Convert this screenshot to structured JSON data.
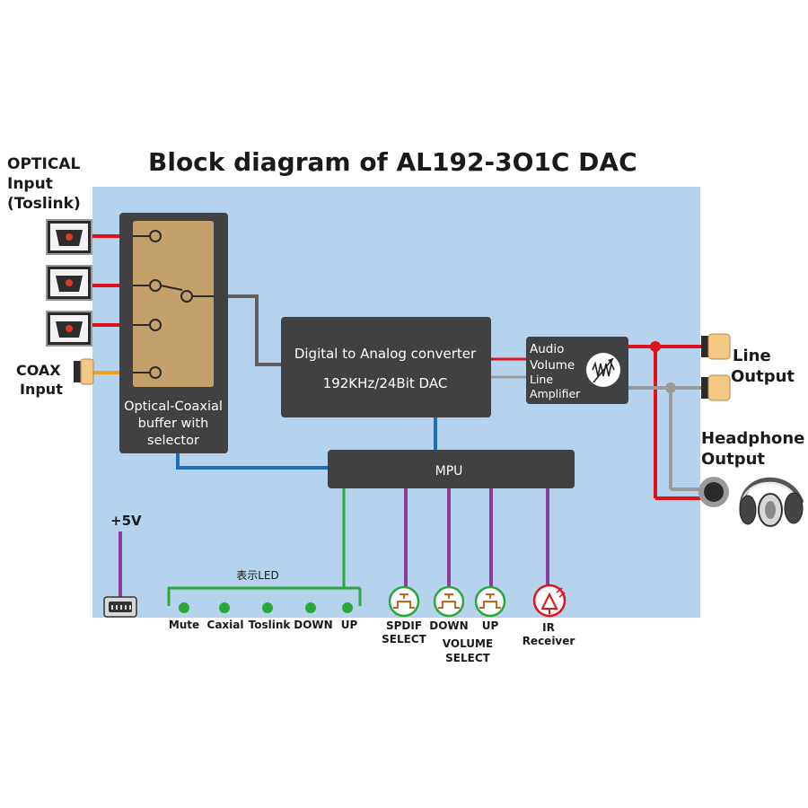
{
  "title": "Block diagram of AL192-3O1C DAC",
  "inputs": {
    "optical_line1": "OPTICAL",
    "optical_line2": "Input",
    "optical_line3": "(Toslink)",
    "coax_line1": "COAX",
    "coax_line2": "Input"
  },
  "buffer": {
    "line1": "Optical-Coaxial",
    "line2": "buffer with",
    "line3": "selector"
  },
  "dac": {
    "line1": "Digital to Analog converter",
    "line2": "192KHz/24Bit DAC"
  },
  "amp": {
    "line1": "Audio",
    "line2": "Volume",
    "line3": "Line",
    "line4": "Amplifier"
  },
  "mpu": {
    "label": "MPU"
  },
  "outputs": {
    "line_output_1": "Line",
    "line_output_2": "Output",
    "headphone_1": "Headphone",
    "headphone_2": "Output"
  },
  "power": {
    "label": "+5V"
  },
  "leds": {
    "group_label": "表示LED",
    "items": [
      "Mute",
      "Caxial",
      "Toslink",
      "DOWN",
      "UP"
    ]
  },
  "buttons": {
    "spdif_1": "SPDIF",
    "spdif_2": "SELECT",
    "down": "DOWN",
    "up": "UP",
    "volume_1": "VOLUME",
    "volume_2": "SELECT"
  },
  "ir": {
    "line1": "IR",
    "line2": "Receiver"
  },
  "colors": {
    "board": "#b5d3ec",
    "block": "#414144",
    "buffer_fill": "#c4a06a",
    "red": "#e0111c",
    "gray": "#9a9a9a",
    "blue": "#1e6fb8",
    "green": "#2aa83c",
    "purple": "#8a3d98",
    "orange": "#f0a020",
    "connector": "#f3c983"
  }
}
